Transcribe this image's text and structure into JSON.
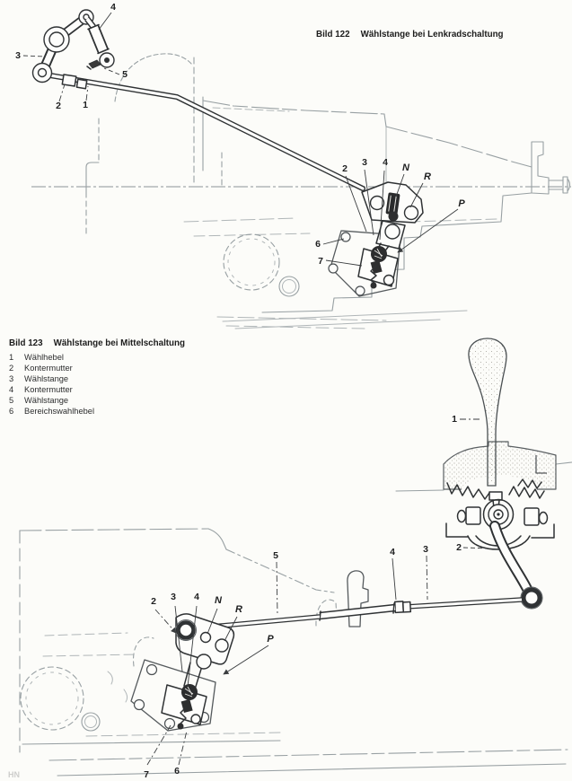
{
  "page": {
    "background": "#fcfcf9",
    "ink": "#2f3234",
    "faint_line": "#98a0a3"
  },
  "fig122": {
    "caption_id": "Bild 122",
    "caption_title": "Wählstange bei Lenkradschaltung",
    "callouts": {
      "c1": "1",
      "c2": "2",
      "c3": "3",
      "c4": "4",
      "c5": "5",
      "b2": "2",
      "b3": "3",
      "b4": "4",
      "b6": "6",
      "b7": "7",
      "n": "N",
      "r": "R",
      "p": "P"
    }
  },
  "fig123": {
    "caption_id": "Bild 123",
    "caption_title": "Wählstange bei Mittelschaltung",
    "legend": [
      {
        "num": "1",
        "label": "Wählhebel"
      },
      {
        "num": "2",
        "label": "Kontermutter"
      },
      {
        "num": "3",
        "label": "Wählstange"
      },
      {
        "num": "4",
        "label": "Kontermutter"
      },
      {
        "num": "5",
        "label": "Wählstange"
      },
      {
        "num": "6",
        "label": "Bereichswahlhebel"
      }
    ],
    "callouts": {
      "lever1": "1",
      "lever2": "2",
      "rod3": "3",
      "nut4": "4",
      "rod5": "5",
      "b2": "2",
      "b3": "3",
      "b4": "4",
      "b6": "6",
      "b7": "7",
      "n": "N",
      "r": "R",
      "p": "P"
    },
    "footer_mark": "HN"
  }
}
